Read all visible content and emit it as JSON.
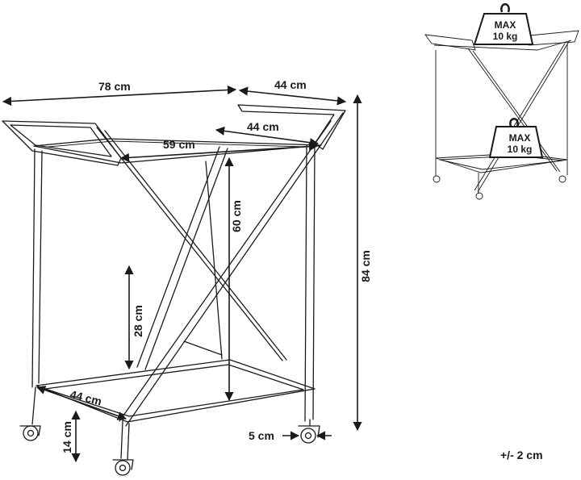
{
  "dimensions": {
    "width_total": "78 cm",
    "depth_total": "44 cm",
    "depth_top": "44 cm",
    "width_top": "59 cm",
    "shelf_gap": "60 cm",
    "height_total": "84 cm",
    "lower_frame": "28 cm",
    "depth_bottom": "44 cm",
    "wheel_height": "14 cm",
    "wheel_width": "5 cm"
  },
  "load": {
    "top_weight_label": [
      "MAX",
      "10 kg"
    ],
    "bottom_weight_label": [
      "MAX",
      "10 kg"
    ]
  },
  "tolerance": "+/- 2 cm"
}
